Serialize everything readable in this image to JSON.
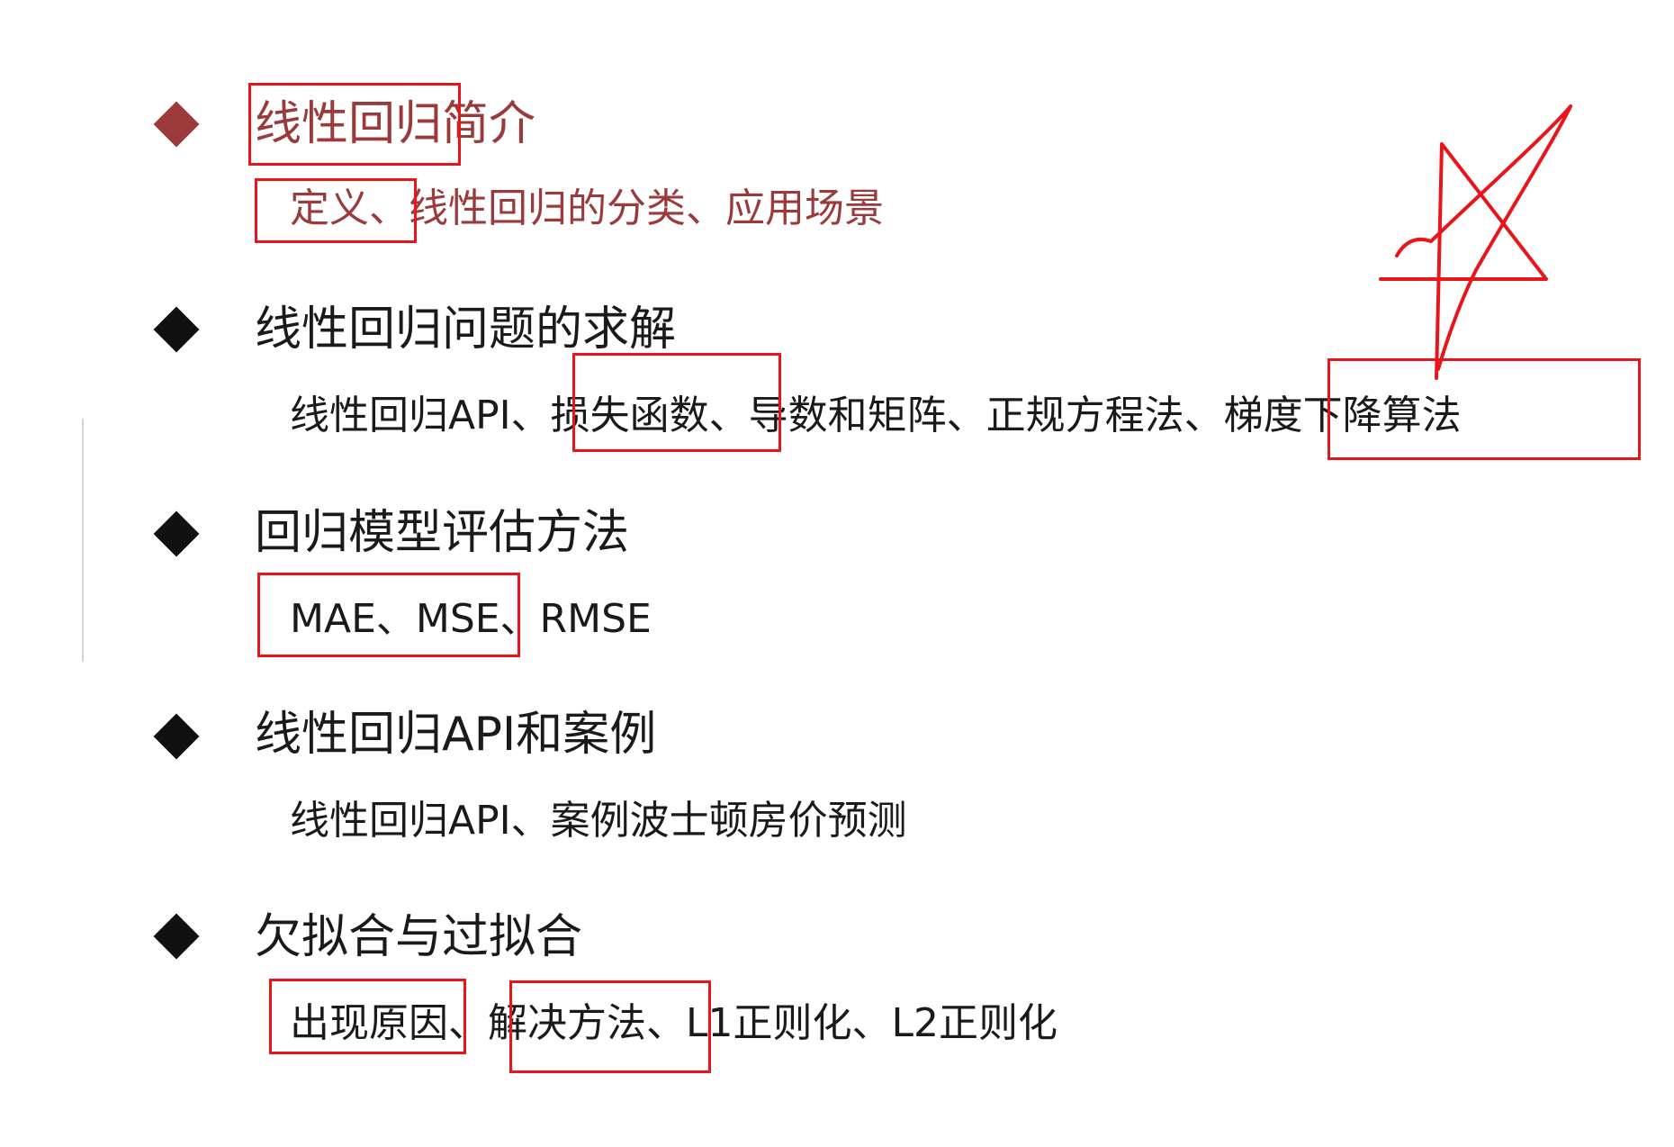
{
  "sections": [
    {
      "heading": "线性回归简介",
      "subtitle": "定义、线性回归的分类、应用场景",
      "color": "#9b3a3a"
    },
    {
      "heading": "线性回归问题的求解",
      "subtitle": "线性回归API、损失函数、导数和矩阵、正规方程法、梯度下降算法",
      "color": "#1a1a1a"
    },
    {
      "heading": "回归模型评估方法",
      "subtitle": "MAE、MSE、RMSE",
      "color": "#1a1a1a"
    },
    {
      "heading": "线性回归API和案例",
      "subtitle": "线性回归API、案例波士顿房价预测",
      "color": "#1a1a1a"
    },
    {
      "heading": "欠拟合与过拟合",
      "subtitle": "出现原因、解决方法、L1正则化、L2正则化",
      "color": "#1a1a1a"
    }
  ],
  "annotation_color": "#e8161b",
  "annotation_icons": [
    "hand-drawn-star-icon"
  ]
}
